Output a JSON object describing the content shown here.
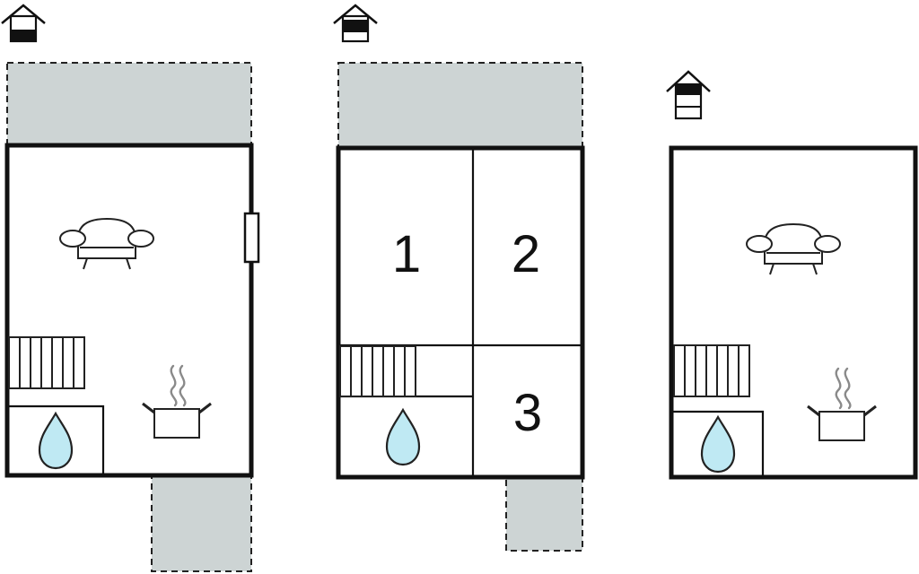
{
  "floors": [
    {
      "level_icon": "house-level-ground-icon",
      "rooms": [],
      "features": [
        "sofa-icon",
        "stairs-icon",
        "cooking-pot-icon",
        "water-drop-icon",
        "door-icon"
      ]
    },
    {
      "level_icon": "house-level-first-icon",
      "rooms": [
        {
          "number": "1"
        },
        {
          "number": "2"
        },
        {
          "number": "3"
        }
      ],
      "features": [
        "stairs-icon",
        "water-drop-icon"
      ]
    },
    {
      "level_icon": "house-level-second-icon",
      "rooms": [],
      "features": [
        "sofa-icon",
        "stairs-icon",
        "cooking-pot-icon",
        "water-drop-icon"
      ]
    }
  ],
  "colors": {
    "wall": "#111111",
    "terrace": "#cdd4d4",
    "water": "#bfe9f3",
    "steam": "#8a8a8a"
  }
}
